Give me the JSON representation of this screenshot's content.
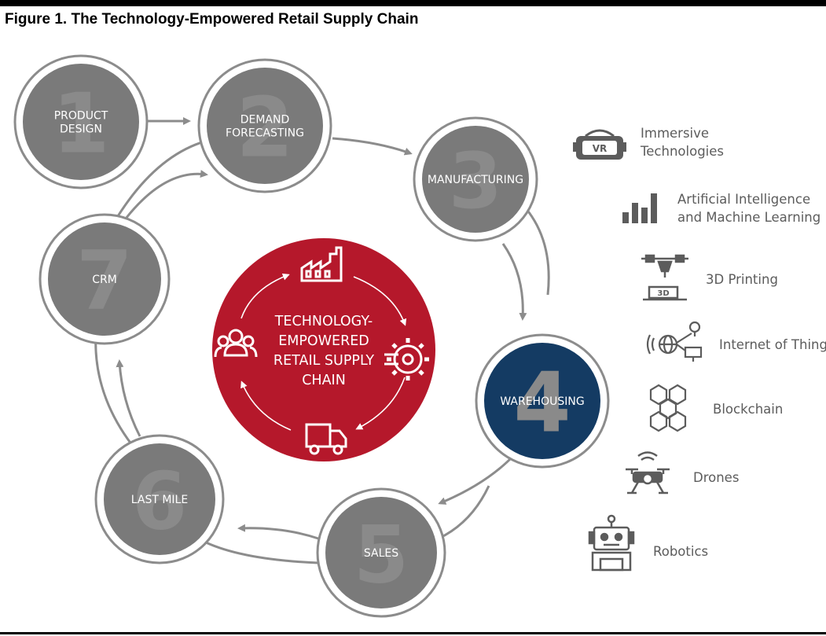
{
  "title": "Figure 1. The Technology-Empowered Retail Supply Chain",
  "colors": {
    "stage_gray": "#7a7a7a",
    "stage_highlight": "#143b63",
    "center_red": "#b5182b",
    "arrow": "#8c8c8c",
    "tech_text": "#5c5c5c"
  },
  "stages": [
    {
      "number": "1",
      "lines": [
        "PRODUCT",
        "DESIGN"
      ]
    },
    {
      "number": "2",
      "lines": [
        "DEMAND",
        "FORECASTING"
      ]
    },
    {
      "number": "3",
      "lines": [
        "MANUFACTURING"
      ]
    },
    {
      "number": "4",
      "lines": [
        "WAREHOUSING"
      ]
    },
    {
      "number": "5",
      "lines": [
        "SALES"
      ]
    },
    {
      "number": "6",
      "lines": [
        "LAST MILE"
      ]
    },
    {
      "number": "7",
      "lines": [
        "CRM"
      ]
    }
  ],
  "center": {
    "lines": [
      "TECHNOLOGY-",
      "EMPOWERED",
      "RETAIL SUPPLY",
      "CHAIN"
    ],
    "icons": [
      "factory-icon",
      "gear-icon",
      "truck-icon",
      "people-icon"
    ]
  },
  "technologies": [
    {
      "icon": "vr-headset-icon",
      "badge": "VR",
      "lines": [
        "Immersive",
        "Technologies"
      ]
    },
    {
      "icon": "bar-chart-icon",
      "lines": [
        "Artificial Intelligence",
        "and Machine Learning"
      ]
    },
    {
      "icon": "3d-printer-icon",
      "badge": "3D",
      "lines": [
        "3D Printing"
      ]
    },
    {
      "icon": "iot-icon",
      "lines": [
        "Internet of Things"
      ]
    },
    {
      "icon": "blockchain-icon",
      "lines": [
        "Blockchain"
      ]
    },
    {
      "icon": "drone-icon",
      "lines": [
        "Drones"
      ]
    },
    {
      "icon": "robot-icon",
      "lines": [
        "Robotics"
      ]
    }
  ]
}
